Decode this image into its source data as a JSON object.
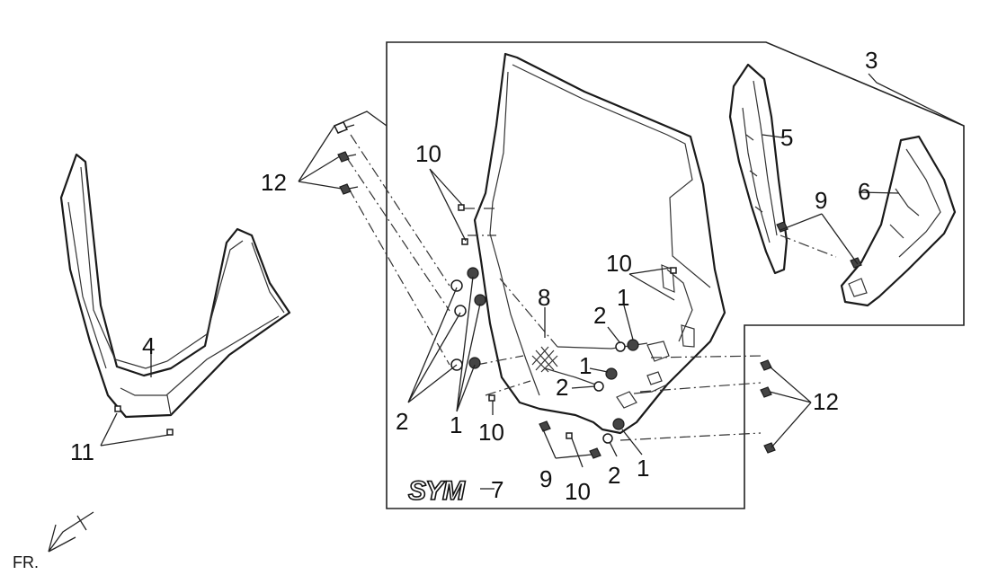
{
  "callouts": {
    "c3": "3",
    "c5": "5",
    "c6": "6",
    "c9a": "9",
    "c10a": "10",
    "c12a": "12",
    "c10b": "10",
    "c8": "8",
    "c2a": "2",
    "c1a": "1",
    "c1b": "1",
    "c2b": "2",
    "c4": "4",
    "c11": "11",
    "c2c": "2",
    "c1c": "1",
    "c10c": "10",
    "c12b": "12",
    "c9b": "9",
    "c10d": "10",
    "c2d": "2",
    "c1d": "1",
    "c7": "7"
  },
  "brand_mark": "SYM",
  "direction_label": "FR."
}
